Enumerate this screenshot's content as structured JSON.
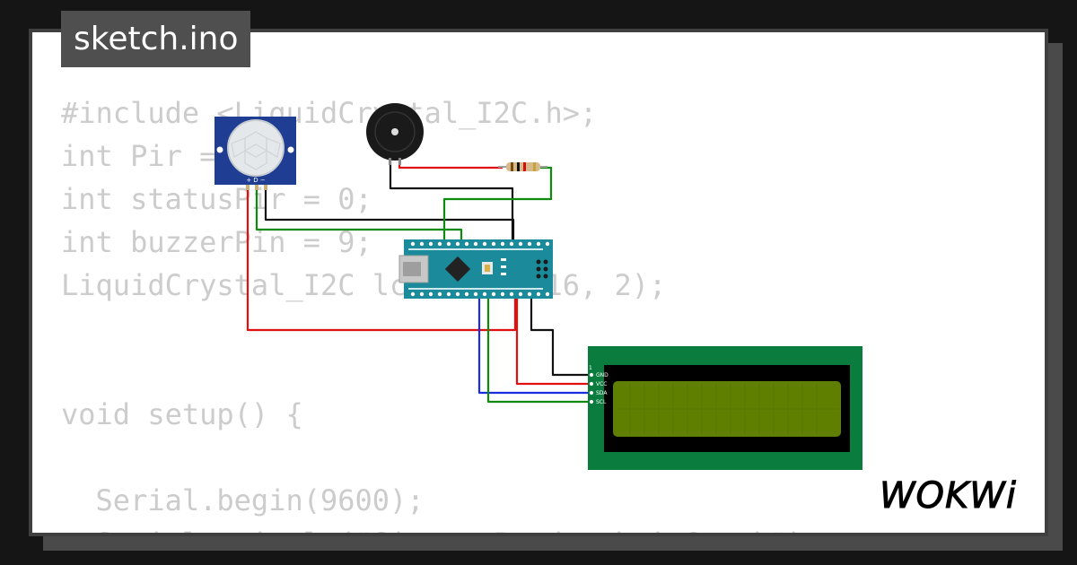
{
  "title": "sketch.ino",
  "code_lines": [
    "#include <LiquidCrystal_I2C.h>;",
    "int Pir = 7;",
    "int statusPir = 0;",
    "int buzzerPin = 9;",
    "LiquidCrystal_I2C lcd(0x27, 16, 2);",
    "",
    "",
    "void setup() {",
    "",
    "  Serial.begin(9600);",
    "  Serial.println(\"Sistem Pendeteksi Gerak\");"
  ],
  "pir_pin_labels": "+ D −",
  "lcd_pin_labels": [
    "GND",
    "VCC",
    "SDA",
    "SCL"
  ],
  "lcd_pin_marker": "1",
  "logo_text": "WOKWi",
  "colors": {
    "wire_red": "#e01010",
    "wire_black": "#111111",
    "wire_green": "#0e8a0e",
    "wire_blue": "#1a2ee0",
    "arduino_board": "#1b8a9a",
    "lcd_board": "#0a7d3e",
    "lcd_screen": "#5f7f00"
  },
  "icons": [
    "pir-sensor-icon",
    "buzzer-icon",
    "resistor-icon",
    "arduino-nano-icon",
    "lcd-1602-icon",
    "wokwi-logo-icon"
  ]
}
